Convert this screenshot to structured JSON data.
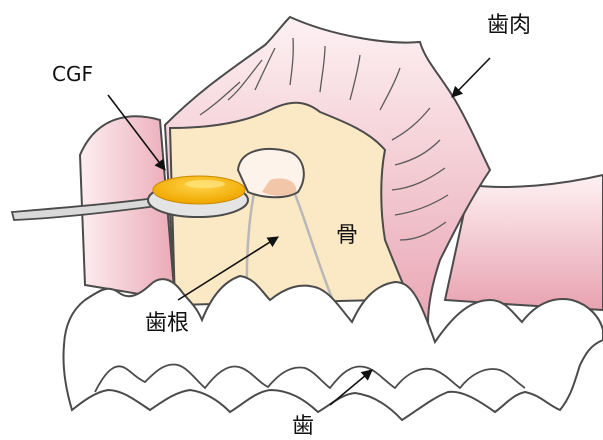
{
  "labels": {
    "cgf": "CGF",
    "gum": "歯肉",
    "bone": "骨",
    "root": "歯根",
    "tooth": "歯"
  },
  "colors": {
    "gum_light": "#fdf1f3",
    "gum_dark": "#e8a2b0",
    "bone": "#fbe8c4",
    "tooth": "#ffffff",
    "outline": "#4b4b4b",
    "root_line": "#b8b8b8",
    "cgf_gel": "#f5b800",
    "spoon": "#d9d9d9"
  }
}
